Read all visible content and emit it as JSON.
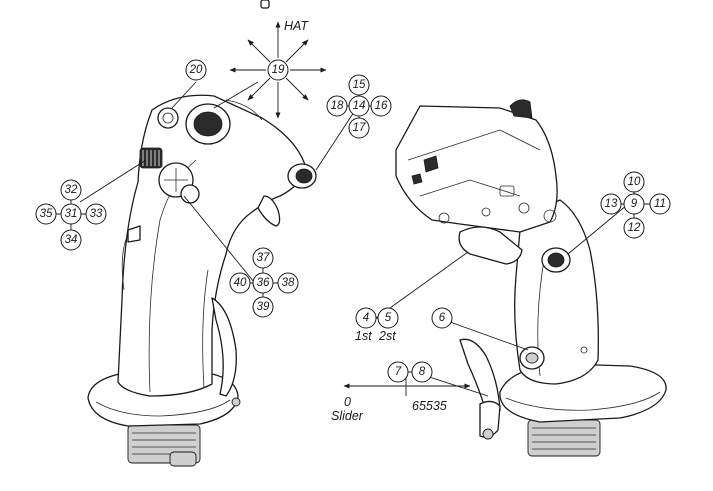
{
  "labels": {
    "hat": "HAT",
    "first_stage": "1st",
    "second_stage": "2st",
    "slider_min": "0",
    "slider_max": "65535",
    "slider": "Slider"
  },
  "callouts": {
    "c4": "4",
    "c5": "5",
    "c6": "6",
    "c7": "7",
    "c8": "8",
    "c9": "9",
    "c10": "10",
    "c11": "11",
    "c12": "12",
    "c13": "13",
    "c14": "14",
    "c15": "15",
    "c16": "16",
    "c17": "17",
    "c18": "18",
    "c19": "19",
    "c20": "20",
    "c31": "31",
    "c32": "32",
    "c33": "33",
    "c34": "34",
    "c35": "35",
    "c36": "36",
    "c37": "37",
    "c38": "38",
    "c39": "39",
    "c40": "40"
  }
}
